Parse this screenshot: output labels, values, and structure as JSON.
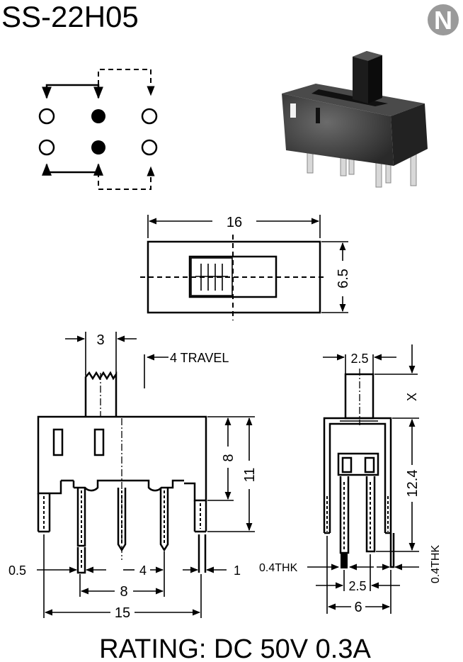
{
  "model": "SS-22H05",
  "logo_letter": "N",
  "rating": "RATING: DC 50V 0.3A",
  "dimensions": {
    "top_width": "16",
    "top_height": "6.5",
    "actuator_width": "3",
    "travel": "4 TRAVEL",
    "body_height": "8",
    "overall_height": "11",
    "pin_thickness": "0.5",
    "pin_pitch": "4",
    "outer_pin_width": "1",
    "pin_span": "8",
    "overall_width": "15",
    "side_actuator_width": "2.5",
    "side_x": "X",
    "side_height": "12.4",
    "left_thk": "0.4THK",
    "right_thk": "0.4THK",
    "side_pin_pitch": "2.5",
    "side_width": "6"
  }
}
